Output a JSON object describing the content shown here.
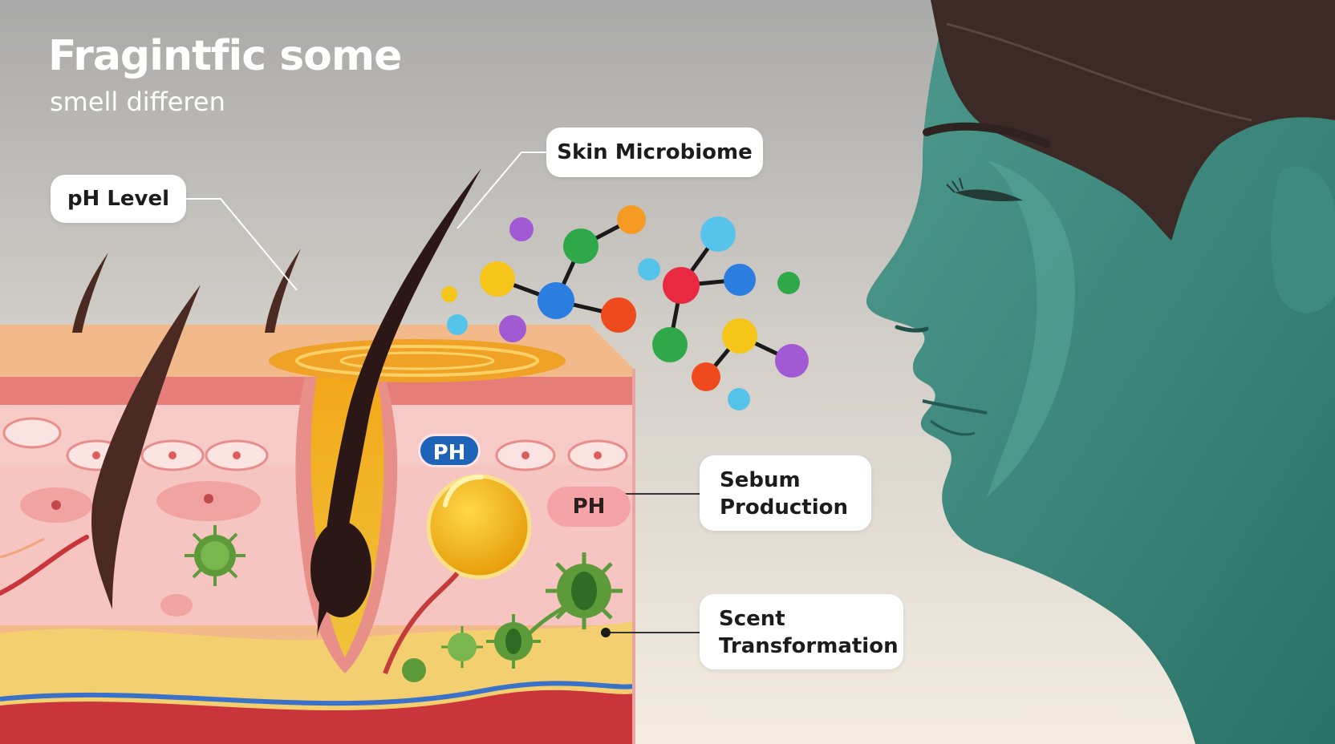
{
  "heading": {
    "title": "Fragintfic some",
    "subtitle": "smell differen"
  },
  "callouts": {
    "ph_level": "pH Level",
    "skin_microbiome": "Skin Microbiome",
    "sebum_production_line1": "Sebum",
    "sebum_production_line2": "Production",
    "scent_transformation_line1": "Scent",
    "scent_transformation_line2": "Transformation"
  },
  "tags": {
    "ph_blue": "PH",
    "ph_pink": "PH"
  },
  "colors": {
    "face_teal": "#2f7d72",
    "face_shadow": "#25655c",
    "hair_dark": "#3b2a26",
    "sebum_gold": "#f2b10f",
    "dermis_pink": "#f4c0c0",
    "fat_yellow": "#f6d37a",
    "blood_red": "#c9353a",
    "vein_blue": "#3b72c9",
    "microbe_green": "#5c9a3a"
  },
  "molecule_atoms_colors": [
    "purple",
    "green",
    "orange",
    "yellow",
    "blue",
    "red",
    "light-blue",
    "red",
    "green",
    "light-blue",
    "blue",
    "green",
    "yellow",
    "purple",
    "orange",
    "light-blue",
    "orange",
    "light-blue",
    "purple",
    "yellow"
  ]
}
